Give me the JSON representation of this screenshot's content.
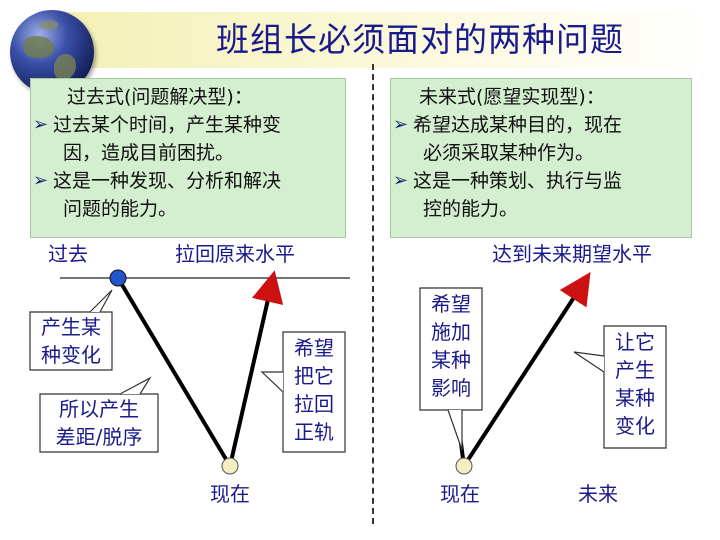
{
  "title": "班组长必须面对的两种问题",
  "left_box": {
    "heading": "过去式(问题解决型)：",
    "bullets": [
      [
        "过去某个时间，产生某种变",
        "因，造成目前困扰。"
      ],
      [
        "这是一种发现、分析和解决",
        "问题的能力。"
      ]
    ]
  },
  "right_box": {
    "heading": "未来式(愿望实现型)：",
    "bullets": [
      [
        "希望达成某种目的，现在",
        "必须采取某种作为。"
      ],
      [
        "这是一种策划、执行与监",
        "控的能力。"
      ]
    ]
  },
  "left_diagram": {
    "past_label": "过去",
    "restore_label": "拉回原来水平",
    "now_label": "现在",
    "callout_change": [
      "产生某",
      "种变化"
    ],
    "callout_gap": [
      "所以产生",
      "差距/脱序"
    ],
    "callout_hope": [
      "希望",
      "把它",
      "拉回",
      "正轨"
    ]
  },
  "right_diagram": {
    "target_label": "达到未来期望水平",
    "now_label": "现在",
    "future_label": "未来",
    "callout_influence": [
      "希望",
      "施加",
      "某种",
      "影响"
    ],
    "callout_change": [
      "让它",
      "产生",
      "某种",
      "变化"
    ]
  },
  "colors": {
    "title_text": "#1a1a8c",
    "box_fill": "#d4efcf",
    "past_dot": "#2255cc",
    "now_dot": "#f3efc0",
    "arrow_tip": "#cc1111"
  },
  "icons": {
    "bullet": "arrow-bullet-icon",
    "logo": "globe-icon"
  }
}
